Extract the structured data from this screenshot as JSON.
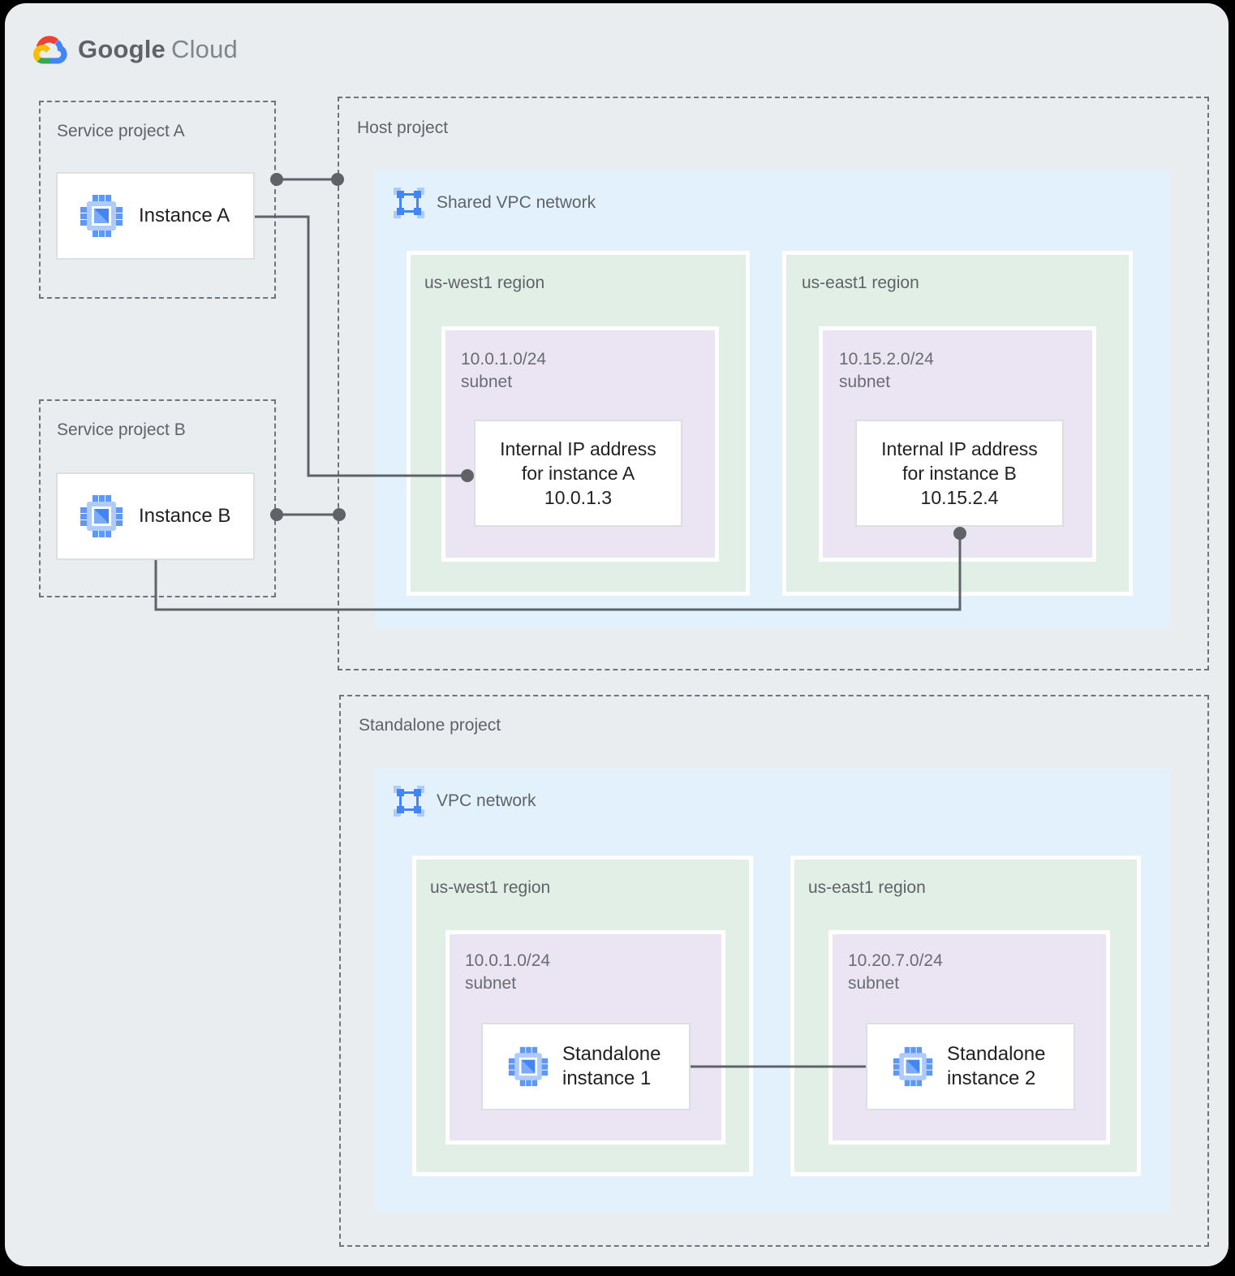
{
  "logo": {
    "brand": "Google",
    "product": "Cloud"
  },
  "palette": {
    "canvas_bg": "#e9edf0",
    "vpc_zone_blue": "#e2f1fb",
    "region_zone_green": "#e1efe7",
    "subnet_zone_purple": "#ebe4f3",
    "connector_gray": "#5f6368",
    "brand_blue": "#4285f4",
    "brand_red": "#ea4335",
    "brand_yellow": "#fbbc04",
    "brand_green": "#34a853"
  },
  "projects": {
    "service_a": {
      "title": "Service project A",
      "instance_label": "Instance A"
    },
    "service_b": {
      "title": "Service project B",
      "instance_label": "Instance B"
    },
    "host": {
      "title": "Host project",
      "network_label": "Shared VPC network",
      "regions": [
        {
          "label": "us-west1 region",
          "subnet_cidr": "10.0.1.0/24",
          "subnet_word": "subnet",
          "ip_card": {
            "line1": "Internal IP address",
            "line2": "for instance A",
            "line3": "10.0.1.3"
          }
        },
        {
          "label": "us-east1 region",
          "subnet_cidr": "10.15.2.0/24",
          "subnet_word": "subnet",
          "ip_card": {
            "line1": "Internal IP address",
            "line2": "for instance B",
            "line3": "10.15.2.4"
          }
        }
      ]
    },
    "standalone": {
      "title": "Standalone project",
      "network_label": "VPC network",
      "regions": [
        {
          "label": "us-west1 region",
          "subnet_cidr": "10.0.1.0/24",
          "subnet_word": "subnet",
          "instance": {
            "line1": "Standalone",
            "line2": "instance 1"
          }
        },
        {
          "label": "us-east1 region",
          "subnet_cidr": "10.20.7.0/24",
          "subnet_word": "subnet",
          "instance": {
            "line1": "Standalone",
            "line2": "instance 2"
          }
        }
      ]
    }
  }
}
